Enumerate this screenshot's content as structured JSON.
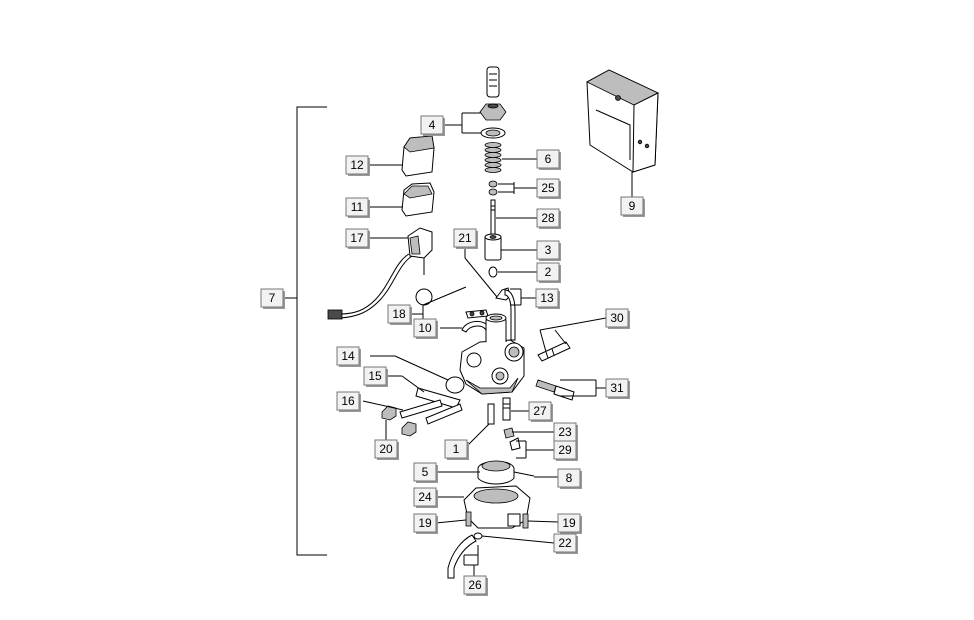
{
  "callouts": {
    "c1": "1",
    "c2": "2",
    "c3": "3",
    "c4": "4",
    "c5": "5",
    "c6": "6",
    "c7": "7",
    "c8": "8",
    "c9": "9",
    "c10": "10",
    "c11": "11",
    "c12": "12",
    "c13": "13",
    "c14": "14",
    "c15": "15",
    "c16": "16",
    "c17": "17",
    "c18": "18",
    "c19a": "19",
    "c19b": "19",
    "c20": "20",
    "c21": "21",
    "c22": "22",
    "c23": "23",
    "c24": "24",
    "c25": "25",
    "c26": "26",
    "c27": "27",
    "c28": "28",
    "c29": "29",
    "c30": "30",
    "c31": "31"
  }
}
